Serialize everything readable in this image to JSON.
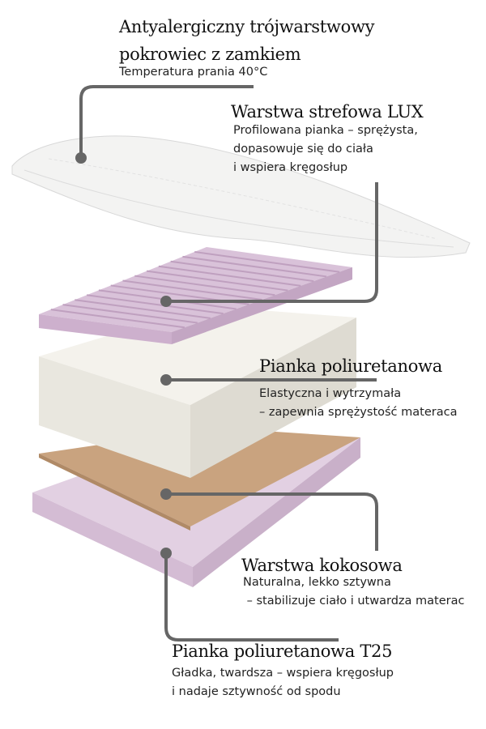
{
  "colors": {
    "line": "#666666",
    "cover": "#f1f1f0",
    "lux": "#d8c1d8",
    "foam": "#eeece4",
    "coconut": "#c8a27c",
    "t25": "#dcc8dc"
  },
  "layers": [
    {
      "title_lines": [
        "Antyalergiczny trójwarstwowy",
        "pokrowiec z zamkiem"
      ],
      "desc_lines": [
        "Temperatura prania 40°C"
      ]
    },
    {
      "title_lines": [
        "Warstwa strefowa LUX"
      ],
      "desc_lines": [
        "Profilowana pianka – sprężysta,",
        "dopasowuje się do ciała",
        "i wspiera kręgosłup"
      ]
    },
    {
      "title_lines": [
        "Pianka poliuretanowa"
      ],
      "desc_lines": [
        "Elastyczna i wytrzymała",
        "– zapewnia sprężystość materaca"
      ]
    },
    {
      "title_lines": [
        "Warstwa kokosowa"
      ],
      "desc_lines": [
        "Naturalna, lekko sztywna",
        " – stabilizuje ciało i utwardza materac"
      ]
    },
    {
      "title_lines": [
        "Pianka poliuretanowa T25"
      ],
      "desc_lines": [
        "Gładka, twardsza – wspiera kręgosłup",
        "i nadaje sztywność od spodu"
      ]
    }
  ]
}
